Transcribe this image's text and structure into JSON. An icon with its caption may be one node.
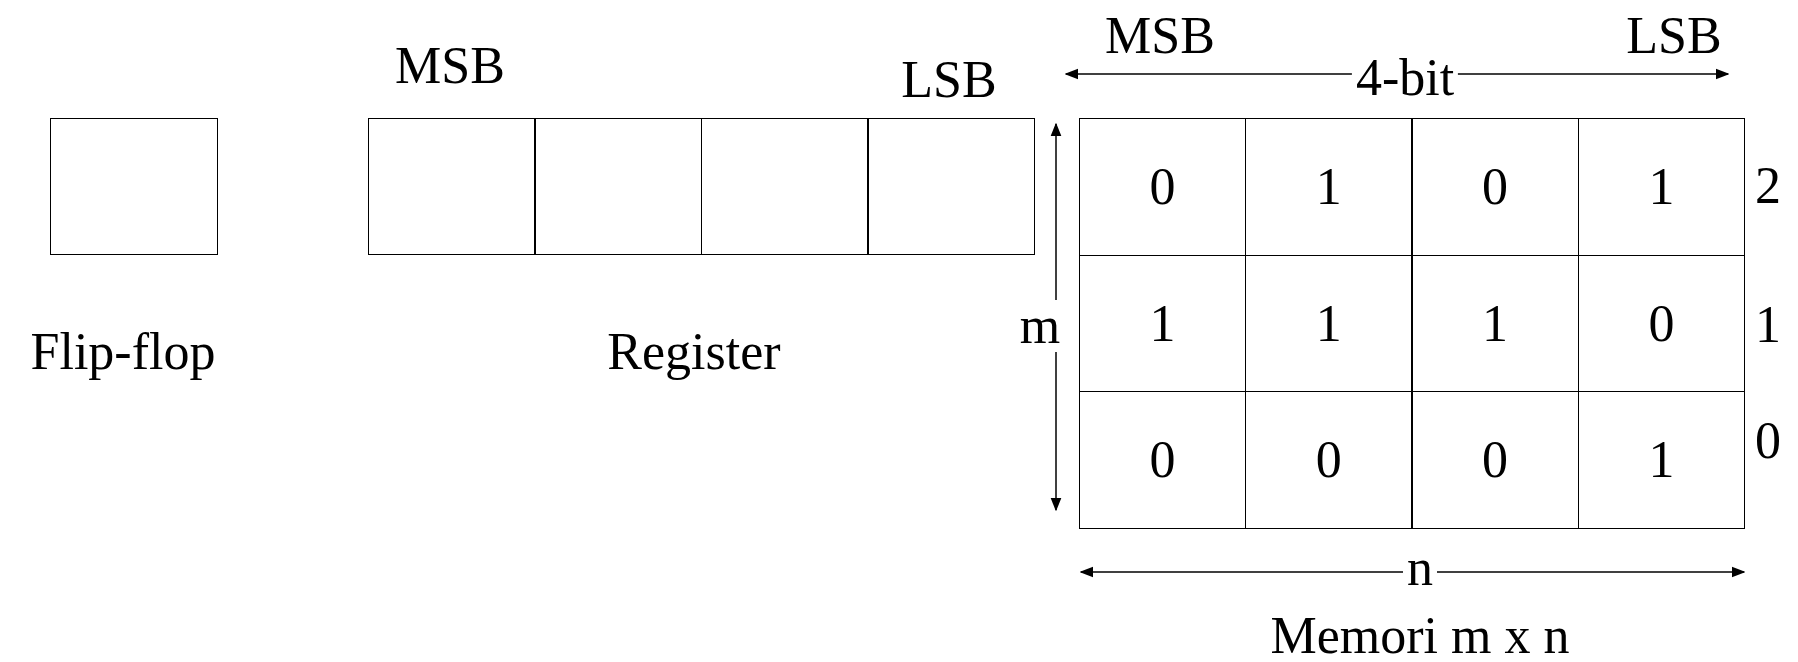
{
  "diagram": {
    "nodes": [
      {
        "text": [],
        "shape": "box"
      },
      {
        "text": [],
        "shape": "box"
      },
      {
        "text": [],
        "shape": "box"
      },
      {
        "text": [],
        "shape": "box"
      },
      {
        "text": [],
        "shape": "box"
      },
      {
        "text": [
          "0"
        ]
      },
      {
        "text": [
          "1"
        ]
      },
      {
        "text": [
          "0"
        ]
      },
      {
        "text": [
          "1"
        ]
      },
      {
        "text": [
          "1"
        ]
      },
      {
        "text": [
          "1"
        ]
      },
      {
        "text": [
          "1"
        ]
      },
      {
        "text": [
          "0"
        ]
      },
      {
        "text": [
          "0"
        ]
      },
      {
        "text": [
          "0"
        ]
      },
      {
        "text": [
          "0"
        ]
      },
      {
        "text": [
          "1"
        ]
      }
    ],
    "edges": [],
    "labels": [
      "MSB",
      "LSB",
      "MSB",
      "LSB",
      "4-bit",
      "2",
      "m",
      "Flip-flop",
      "Register",
      "1",
      "0",
      "n",
      "Memori m x n"
    ]
  }
}
